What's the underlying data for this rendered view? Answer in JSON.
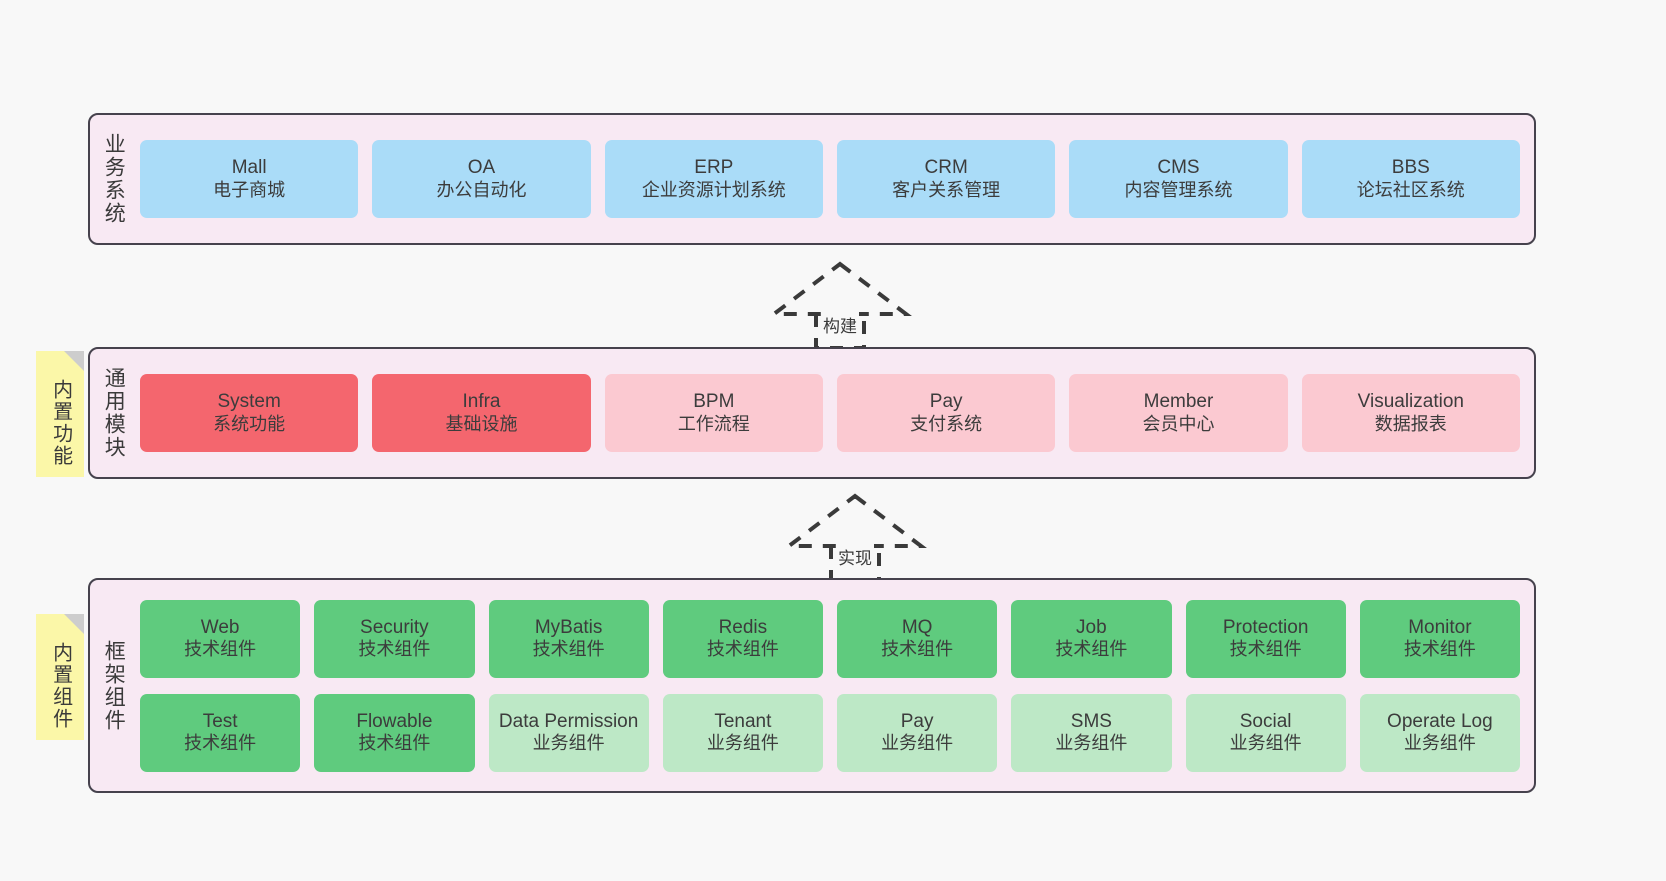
{
  "diagram": {
    "background_color": "#f8f8f8",
    "layer_fill": "#f8e9f3",
    "layer_border": "#46424d",
    "sticky_color": "#fbf7a8"
  },
  "layers": [
    {
      "id": "business",
      "title": "业务系统",
      "cells": [
        {
          "en": "Mall",
          "cn": "电子商城",
          "color": "#aadcf8"
        },
        {
          "en": "OA",
          "cn": "办公自动化",
          "color": "#aadcf8"
        },
        {
          "en": "ERP",
          "cn": "企业资源计划系统",
          "color": "#aadcf8"
        },
        {
          "en": "CRM",
          "cn": "客户关系管理",
          "color": "#aadcf8"
        },
        {
          "en": "CMS",
          "cn": "内容管理系统",
          "color": "#aadcf8"
        },
        {
          "en": "BBS",
          "cn": "论坛社区系统",
          "color": "#aadcf8"
        }
      ]
    },
    {
      "id": "common",
      "title": "通用模块",
      "sticky": "内置功能",
      "cells": [
        {
          "en": "System",
          "cn": "系统功能",
          "color": "#f4666e"
        },
        {
          "en": "Infra",
          "cn": "基础设施",
          "color": "#f4666e"
        },
        {
          "en": "BPM",
          "cn": "工作流程",
          "color": "#fbc9d1"
        },
        {
          "en": "Pay",
          "cn": "支付系统",
          "color": "#fbc9d1"
        },
        {
          "en": "Member",
          "cn": "会员中心",
          "color": "#fbc9d1"
        },
        {
          "en": "Visualization",
          "cn": "数据报表",
          "color": "#fbc9d1"
        }
      ]
    },
    {
      "id": "framework",
      "title": "框架组件",
      "sticky": "内置组件",
      "row1": [
        {
          "en": "Web",
          "cn": "技术组件",
          "color": "#5fcb7e"
        },
        {
          "en": "Security",
          "cn": "技术组件",
          "color": "#5fcb7e"
        },
        {
          "en": "MyBatis",
          "cn": "技术组件",
          "color": "#5fcb7e"
        },
        {
          "en": "Redis",
          "cn": "技术组件",
          "color": "#5fcb7e"
        },
        {
          "en": "MQ",
          "cn": "技术组件",
          "color": "#5fcb7e"
        },
        {
          "en": "Job",
          "cn": "技术组件",
          "color": "#5fcb7e"
        },
        {
          "en": "Protection",
          "cn": "技术组件",
          "color": "#5fcb7e"
        },
        {
          "en": "Monitor",
          "cn": "技术组件",
          "color": "#5fcb7e"
        }
      ],
      "row2": [
        {
          "en": "Test",
          "cn": "技术组件",
          "color": "#5fcb7e"
        },
        {
          "en": "Flowable",
          "cn": "技术组件",
          "color": "#5fcb7e"
        },
        {
          "en": "Data Permission",
          "cn": "业务组件",
          "color": "#bde8c6"
        },
        {
          "en": "Tenant",
          "cn": "业务组件",
          "color": "#bde8c6"
        },
        {
          "en": "Pay",
          "cn": "业务组件",
          "color": "#bde8c6"
        },
        {
          "en": "SMS",
          "cn": "业务组件",
          "color": "#bde8c6"
        },
        {
          "en": "Social",
          "cn": "业务组件",
          "color": "#bde8c6"
        },
        {
          "en": "Operate Log",
          "cn": "业务组件",
          "color": "#bde8c6"
        }
      ]
    }
  ],
  "arrows": [
    {
      "id": "build",
      "label": "构建",
      "from": "common",
      "to": "business"
    },
    {
      "id": "realize",
      "label": "实现",
      "from": "framework",
      "to": "common"
    }
  ]
}
